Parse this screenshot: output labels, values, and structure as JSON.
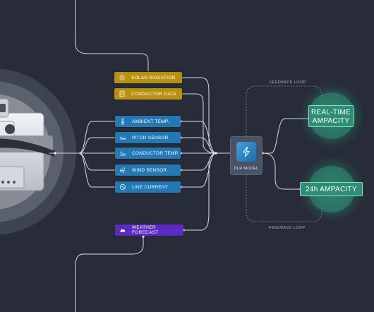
{
  "inputs_top": [
    {
      "label": "SOLAR RADIATION",
      "icon": "sun-icon"
    },
    {
      "label": "CONDUCTOR DATA",
      "icon": "document-icon"
    }
  ],
  "sensors": [
    {
      "label": "AMBIENT TEMP.",
      "icon": "thermometer-icon"
    },
    {
      "label": "PITCH SENSOR",
      "icon": "pitch-icon"
    },
    {
      "label": "CONDUCTOR TEMP.",
      "icon": "conductor-temp-icon"
    },
    {
      "label": "WIND SENSOR",
      "icon": "wind-icon"
    },
    {
      "label": "LINE CURRENT",
      "icon": "current-icon"
    }
  ],
  "forecast": {
    "label": "WEATHER FORECAST",
    "icon": "cloud-icon"
  },
  "model": {
    "label": "DLR MODEL",
    "icon": "dlr-logo-icon"
  },
  "outputs": {
    "realtime": {
      "line1": "REAL-TIME",
      "line2": "AMPACITY"
    },
    "day": {
      "label": "24h AMPACITY"
    }
  },
  "feedback_top": "FEEDBACK LOOP",
  "feedback_bottom": "FEEDBACK LOOP",
  "colors": {
    "background": "#272c38",
    "gold": "#b8920e",
    "blue": "#2279b3",
    "purple": "#5a2cc4",
    "teal": "#2e8e73"
  }
}
